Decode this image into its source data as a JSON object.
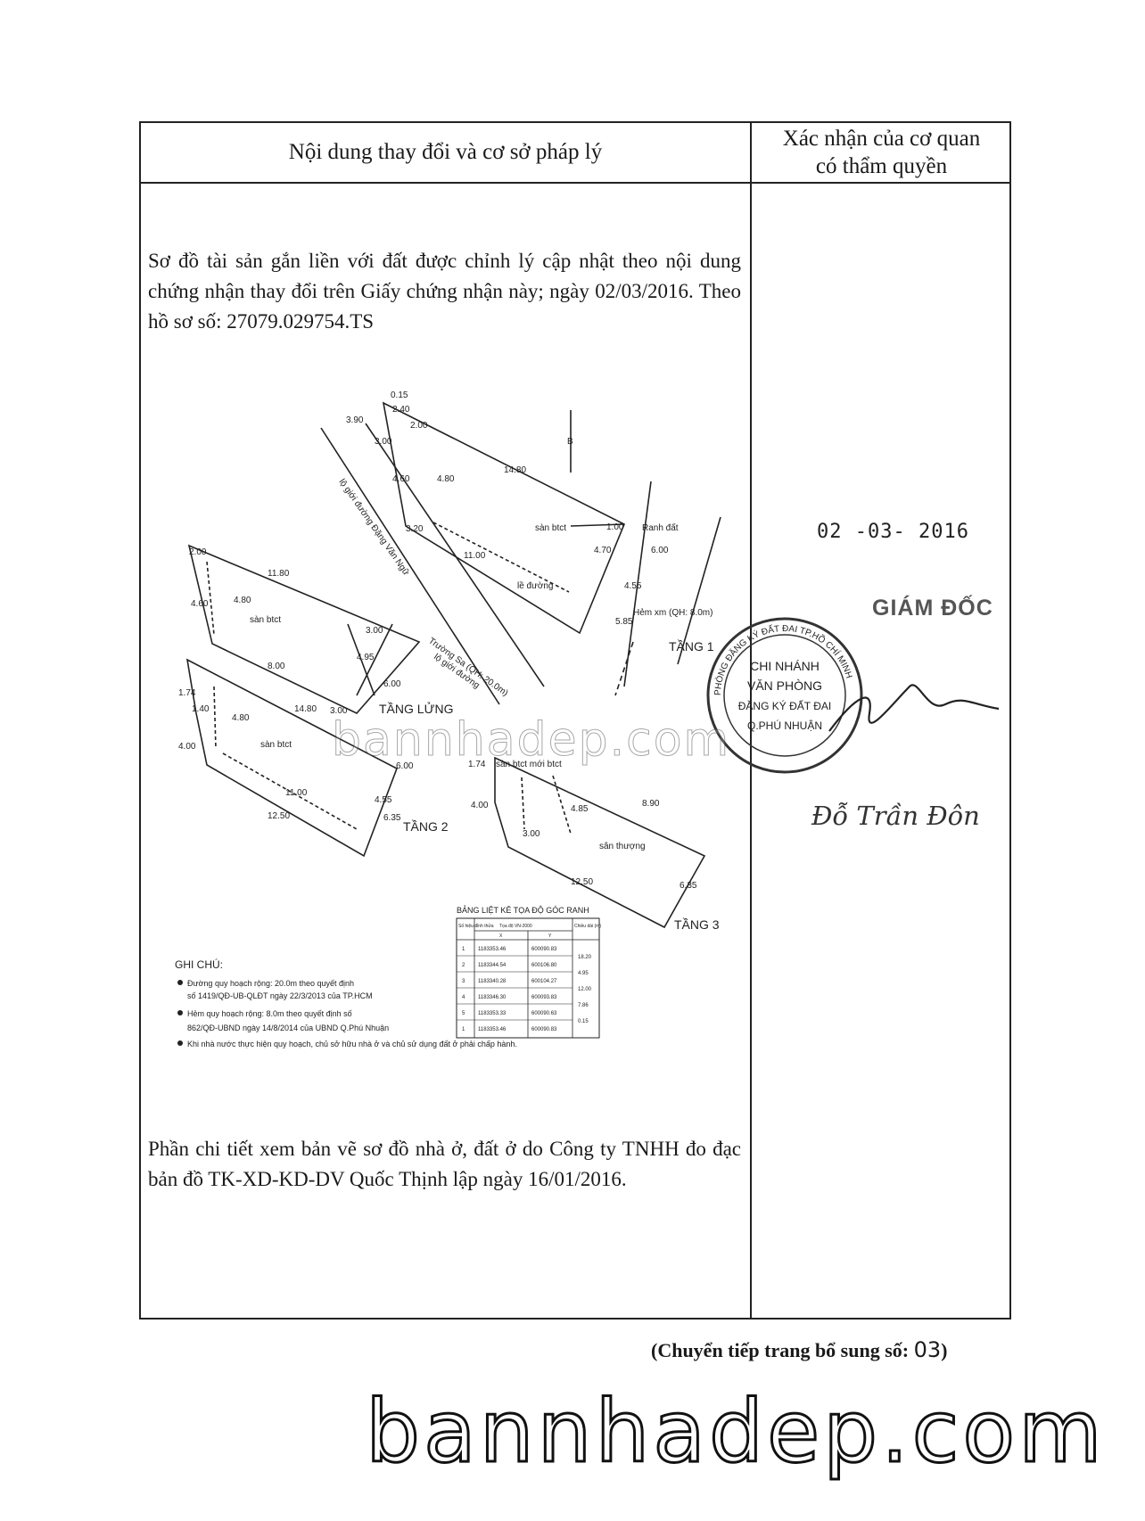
{
  "header": {
    "left_title": "Nội dung thay đổi và cơ sở pháp lý",
    "right_title_line1": "Xác nhận của cơ quan",
    "right_title_line2": "có thẩm quyền"
  },
  "content": {
    "intro": "Sơ đồ tài sản gắn liền với đất được chỉnh lý cập nhật theo nội dung chứng nhận thay đổi trên Giấy chứng nhận này; ngày 02/03/2016. Theo hồ sơ số: 27079.029754.TS",
    "detail": "Phần chi tiết xem bản vẽ sơ đồ nhà ở, đất ở do Công ty TNHH đo đạc bản đồ TK-XD-KD-DV Quốc Thịnh lập ngày 16/01/2016."
  },
  "drawing": {
    "floor_1": "TẦNG 1",
    "mezzanine": "TẦNG LỬNG",
    "floor_2": "TẦNG 2",
    "floor_3": "TẦNG 3",
    "boundary_label": "Ranh đất",
    "north": "B",
    "road_dang_van_ngu": "lộ giới đường Đặng Văn Ngữ",
    "road_truong_sa": "Trường Sa (QH: 20.0m)",
    "road_truong_sa_2": "lộ giới đường",
    "alley": "Hẻm xm (QH: 8.0m)",
    "sidewalk": "lề đường",
    "floor_btct": "sàn btct",
    "floor_btct_new": "sàn btct mới btct",
    "roof_floor": "sân thượng",
    "dimensions": {
      "d015": "0.15",
      "d240": "2.40",
      "d390": "3.90",
      "d200": "2.00",
      "d300": "3.00",
      "d460": "4.60",
      "d480": "4.80",
      "d1480": "14.80",
      "d320": "3.20",
      "d1100": "11.00",
      "d470": "4.70",
      "d100": "1.00",
      "d600": "6.00",
      "d455": "4.55",
      "d585": "5.85",
      "d1180": "11.80",
      "d1250": "12.50",
      "d635": "6.35",
      "d890": "8.90",
      "d800": "8.00",
      "d495": "4.95",
      "d174": "1.74",
      "d140": "1.40",
      "d400": "4.00",
      "d485": "4.85"
    }
  },
  "coord_table": {
    "title": "BẢNG LIỆT KÊ TỌA ĐỘ GÓC RANH",
    "col_point": "Số hiệu đỉnh thửa",
    "col_coord": "Tọa độ VN-2000",
    "col_x": "X",
    "col_y": "Y",
    "col_length": "Chiều dài (m)",
    "rows": [
      {
        "n": "1",
        "x": "1183353.46",
        "y": "600090.83"
      },
      {
        "n": "2",
        "x": "1183344.54",
        "y": "600106.80"
      },
      {
        "n": "3",
        "x": "1183340.28",
        "y": "600104.27"
      },
      {
        "n": "4",
        "x": "1183346.30",
        "y": "600093.83"
      },
      {
        "n": "5",
        "x": "1183353.33",
        "y": "600090.63"
      },
      {
        "n": "1",
        "x": "1183353.46",
        "y": "600090.83"
      }
    ],
    "lengths": [
      "18.20",
      "4.95",
      "12.00",
      "7.86",
      "0.15"
    ]
  },
  "notes": {
    "title": "GHI CHÚ:",
    "n1_line1": "Đường quy hoạch rộng: 20.0m theo quyết định",
    "n1_line2": "số 1419/QĐ-UB-QLĐT ngày 22/3/2013 của TP.HCM",
    "n2_line1": "Hẻm quy hoạch rộng: 8.0m theo quyết định số",
    "n2_line2": "862/QĐ-UBND ngày 14/8/2014 của UBND Q.Phú Nhuận",
    "n3": "Khi nhà nước thực hiện quy hoạch, chủ sở hữu nhà ở và chủ sử dụng đất ở phải chấp hành."
  },
  "authority": {
    "date": "02 -03- 2016",
    "role": "GIÁM ĐỐC",
    "signer": "Đỗ Trần Đôn",
    "seal_line1": "CHI NHÁNH",
    "seal_line2": "VĂN PHÒNG",
    "seal_line3": "ĐĂNG KÝ ĐẤT ĐAI",
    "seal_line4": "Q.PHÚ NHUẬN",
    "seal_ring": "PHÒNG ĐĂNG KÝ ĐẤT ĐAI TP.HỒ CHÍ MINH"
  },
  "footer": {
    "continue_label": "(Chuyển tiếp trang bổ sung số:",
    "page_no": "03",
    "close_paren": ")"
  },
  "watermark": {
    "text": "bannhadep.com"
  }
}
